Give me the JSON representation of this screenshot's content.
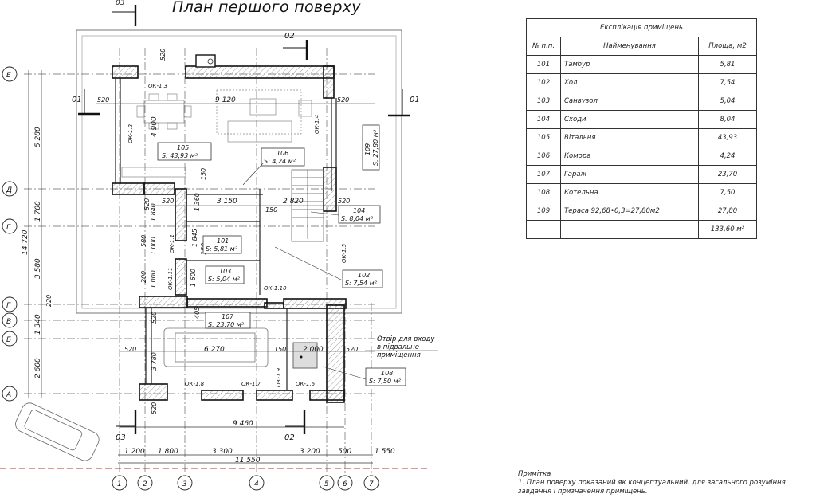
{
  "drawing": {
    "title": "План першого поверху",
    "section_marks": [
      "01",
      "02",
      "03"
    ],
    "axes_rows": [
      {
        "label": "Е"
      },
      {
        "label": "Д"
      },
      {
        "label": "Г"
      },
      {
        "label": "Г"
      },
      {
        "label": "В"
      },
      {
        "label": "Б"
      },
      {
        "label": "А"
      }
    ],
    "axes_cols": [
      "1",
      "2",
      "3",
      "4",
      "5",
      "6",
      "7"
    ],
    "row_dims": [
      "5 280",
      "1 700",
      "3 580",
      "220",
      "1 340",
      "2 600"
    ],
    "row_total": "14 720",
    "col_dims": [
      "1 200",
      "1 800",
      "3 300",
      "3 200",
      "500",
      "1 550"
    ],
    "col_total": "11 550",
    "overall_width": "9 460",
    "inner_dims": {
      "d_9120": "9 120",
      "d_4900": "4 900",
      "d_3150": "3 150",
      "d_2820": "2 820",
      "d_6270": "6 270",
      "d_2000": "2 000",
      "d_3780": "3 780",
      "d_150": "150",
      "d_520": "520",
      "d_1840": "1 840",
      "d_1000": "1 000",
      "d_580": "580",
      "d_200": "200",
      "d_1845": "1 845",
      "d_1360": "1 360",
      "d_1600": "1 600",
      "d_405": "405"
    },
    "windows": [
      "ОК-1.2",
      "ОК-1.3",
      "ОК-1.4",
      "ОК-1.5",
      "ОК-1.1",
      "ОК-1.11",
      "ОК-1.10",
      "ОК-1.8",
      "ОК-1.7",
      "ОК-1.6",
      "ОК-1.9"
    ],
    "rooms": [
      {
        "num": "105",
        "area": "S: 43,93 м²"
      },
      {
        "num": "106",
        "area": "S: 4,24 м²"
      },
      {
        "num": "104",
        "area": "S: 8,04 м²"
      },
      {
        "num": "101",
        "area": "S: 5,81 м²"
      },
      {
        "num": "103",
        "area": "S: 5,04 м²"
      },
      {
        "num": "102",
        "area": "S: 7,54 м²"
      },
      {
        "num": "107",
        "area": "S: 23,70 м²"
      },
      {
        "num": "108",
        "area": "S: 7,50 м²"
      },
      {
        "num": "109",
        "area": "S: 27,80 м²"
      }
    ],
    "annotation": [
      "Отвір для входу",
      "в підвальне",
      "приміщення"
    ]
  },
  "explication": {
    "title": "Експлікація приміщень",
    "headers": [
      "№ п.п.",
      "Найменування",
      "Площа, м2"
    ],
    "rows": [
      {
        "num": "101",
        "name": "Тамбур",
        "area": "5,81"
      },
      {
        "num": "102",
        "name": "Хол",
        "area": "7,54"
      },
      {
        "num": "103",
        "name": "Санвузол",
        "area": "5,04"
      },
      {
        "num": "104",
        "name": "Сходи",
        "area": "8,04"
      },
      {
        "num": "105",
        "name": "Вітальня",
        "area": "43,93"
      },
      {
        "num": "106",
        "name": "Комора",
        "area": "4,24"
      },
      {
        "num": "107",
        "name": "Гараж",
        "area": "23,70"
      },
      {
        "num": "108",
        "name": "Котельна",
        "area": "7,50"
      },
      {
        "num": "109",
        "name": "Тераса  92,68•0,3=27,80м2",
        "area": "27,80"
      }
    ],
    "total": "133,60 м²"
  },
  "note": {
    "title": "Примітка",
    "line1": "1. План поверху показаний як концептуальний, для загального розуміння",
    "line2": "завдання і призначення приміщень."
  }
}
